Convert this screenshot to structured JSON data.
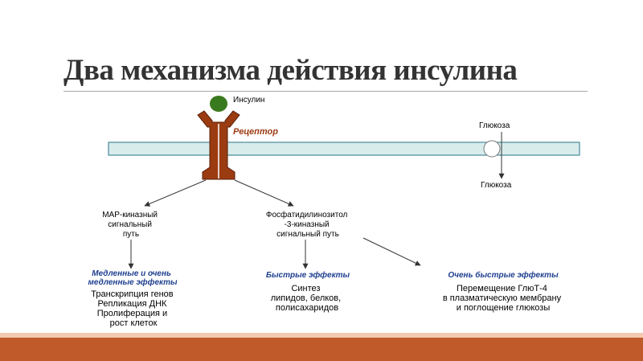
{
  "slide": {
    "title": "Два механизма действия инсулина"
  },
  "diagram": {
    "insulin_label": "Инсулин",
    "receptor_label": "Рецептор",
    "glucose_top_label": "Глюкоза",
    "glucose_bottom_label": "Глюкоза",
    "mapk_pathway": [
      "MAP-киназный",
      "сигнальный",
      "путь"
    ],
    "pi3k_pathway": [
      "Фосфатидилинозитол",
      "-3-киназный",
      "сигнальный путь"
    ],
    "slow_effects_title": [
      "Медленные и очень",
      "медленные эффекты"
    ],
    "slow_effects": [
      "Транскрипция генов",
      "Репликация ДНК",
      "Пролиферация и",
      "рост клеток"
    ],
    "fast_effects_title": "Быстрые эффекты",
    "fast_effects": [
      "Синтез",
      "липидов, белков,",
      "полисахаридов"
    ],
    "very_fast_effects_title": "Очень быстрые эффекты",
    "very_fast_effects": [
      "Перемещение ГлюТ-4",
      "в плазматическую мембрану",
      "и поглощение глюкозы"
    ]
  },
  "colors": {
    "title_text": "#333333",
    "membrane_fill": "#d8ecec",
    "receptor": "#9b3b12",
    "insulin": "#3a7a1e",
    "effect_titles": "#1f3f8f",
    "footer": "#c05a2a"
  }
}
